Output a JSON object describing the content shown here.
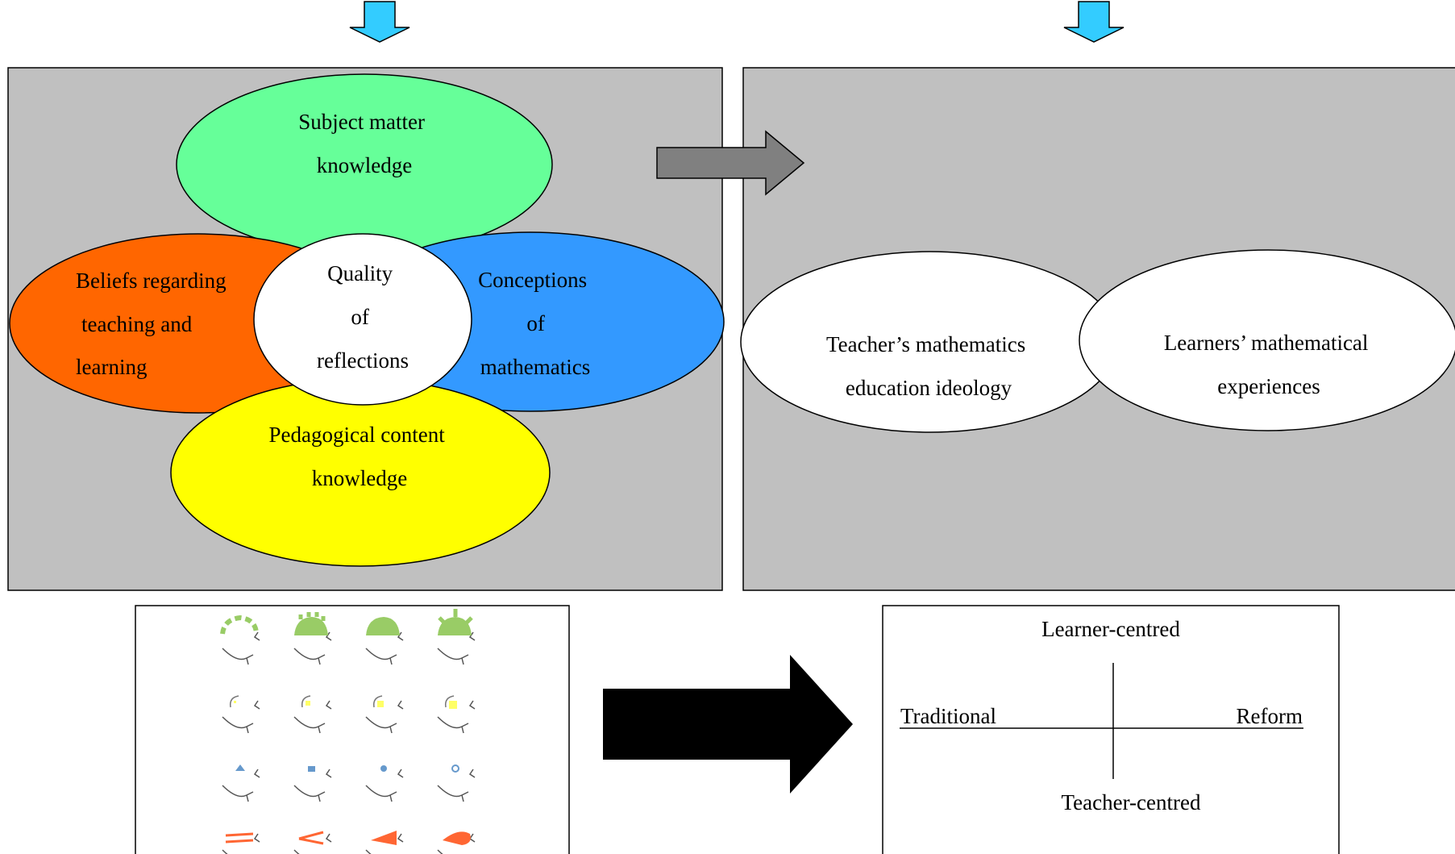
{
  "left_panel": {
    "petals": {
      "top": {
        "lines": [
          "Subject matter",
          "knowledge"
        ],
        "color": "#66ff99"
      },
      "left": {
        "lines": [
          "Beliefs regarding",
          "teaching and",
          "learning"
        ],
        "color": "#ff6600"
      },
      "right": {
        "lines": [
          "Conceptions",
          "of",
          "mathematics"
        ],
        "color": "#3399ff"
      },
      "bottom": {
        "lines": [
          "Pedagogical content",
          "knowledge"
        ],
        "color": "#ffff00"
      },
      "center": {
        "lines": [
          "Quality",
          "of",
          "reflections"
        ],
        "color": "#ffffff"
      }
    }
  },
  "right_panel": {
    "ellipses": {
      "teacher": {
        "lines": [
          "Teacher’s mathematics",
          "education ideology"
        ]
      },
      "learners": {
        "lines": [
          "Learners’ mathematical",
          "experiences"
        ]
      }
    }
  },
  "quadrant": {
    "top": "Learner-centred",
    "left": "Traditional",
    "right": "Reform",
    "bottom": "Teacher-centred"
  },
  "colors": {
    "panel_gray": "#c0c0c0",
    "down_arrow": "#33ccff",
    "gray_arrow": "#808080",
    "black_arrow": "#000000",
    "head_green": "#99cc66",
    "head_yellow": "#ffff66",
    "head_blue": "#6699cc",
    "head_red": "#ff6633"
  }
}
